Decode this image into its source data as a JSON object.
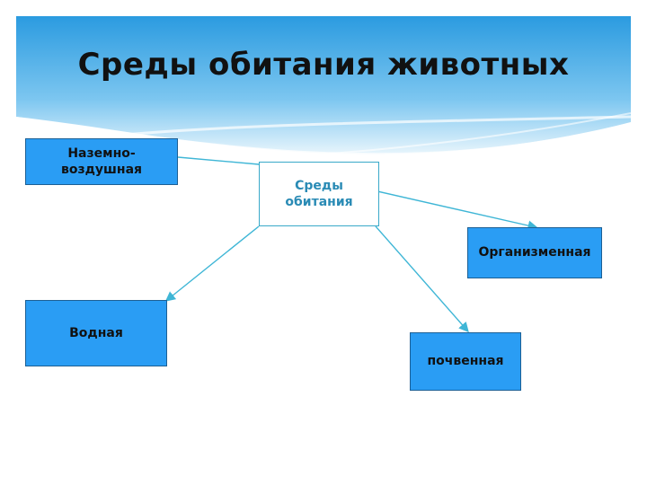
{
  "title": "Среды обитания животных",
  "nodes": {
    "center": "Среды обитания",
    "land_air": "Наземно- воздушная",
    "organism": "Организменная",
    "water": "Водная",
    "soil": "почвенная"
  },
  "colors": {
    "header_light": "#eaf6fc",
    "header_blue": "#2fa0e2",
    "box_fill": "#2a9df4",
    "box_border": "#1c5f94",
    "arrow": "#3fb6d6",
    "center_text": "#2a8bb5"
  }
}
